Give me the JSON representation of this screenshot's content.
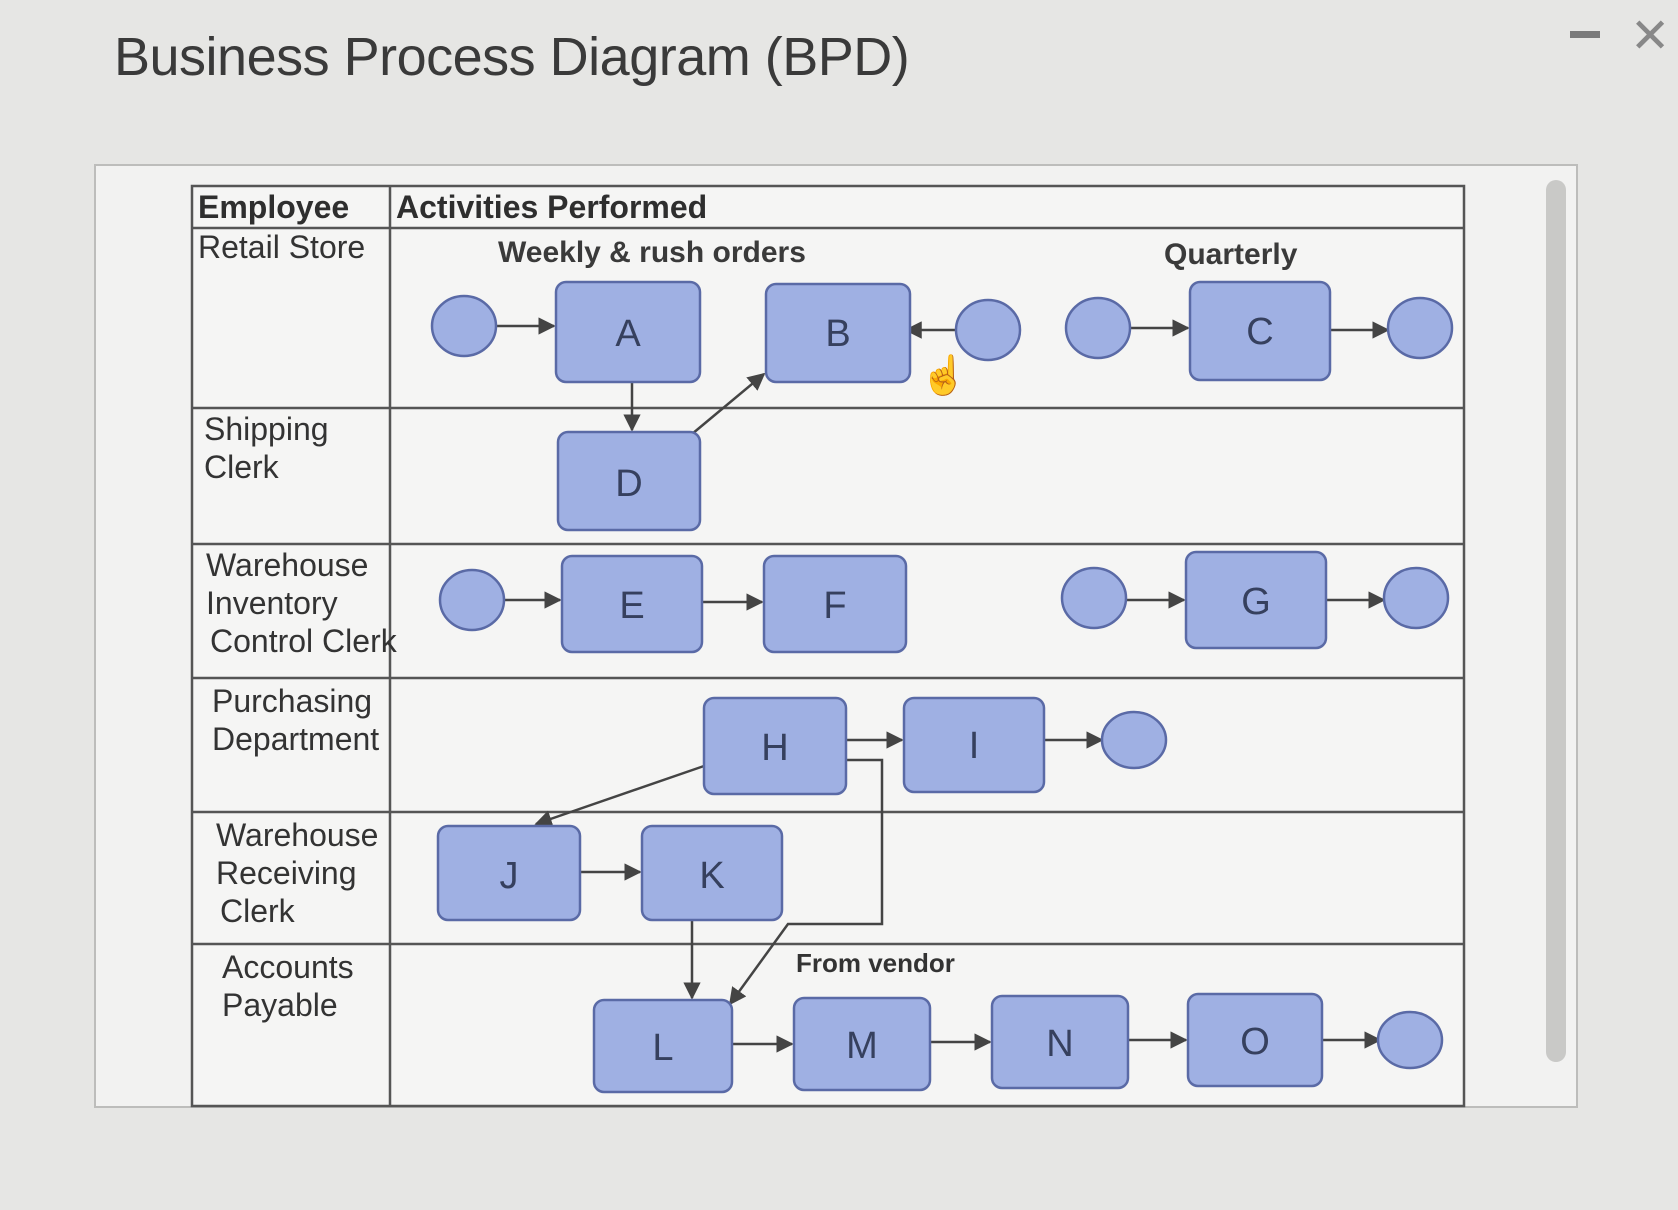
{
  "window": {
    "title": "Business Process Diagram (BPD)",
    "minimize_icon": "minimize-icon",
    "close_icon": "close-icon",
    "close_glyph": "✕"
  },
  "table": {
    "col_employee": "Employee",
    "col_activities": "Activities Performed",
    "section_weekly": "Weekly & rush orders",
    "section_quarterly": "Quarterly",
    "note_from_vendor": "From vendor"
  },
  "lanes": [
    {
      "label_lines": [
        "Retail Store"
      ]
    },
    {
      "label_lines": [
        "Shipping",
        "Clerk"
      ]
    },
    {
      "label_lines": [
        "Warehouse",
        "Inventory",
        "Control Clerk"
      ]
    },
    {
      "label_lines": [
        "Purchasing",
        "Department"
      ]
    },
    {
      "label_lines": [
        "Warehouse",
        "Receiving",
        "Clerk"
      ]
    },
    {
      "label_lines": [
        "Accounts",
        "Payable"
      ]
    }
  ],
  "tasks": {
    "A": "A",
    "B": "B",
    "C": "C",
    "D": "D",
    "E": "E",
    "F": "F",
    "G": "G",
    "H": "H",
    "I": "I",
    "J": "J",
    "K": "K",
    "L": "L",
    "M": "M",
    "N": "N",
    "O": "O"
  },
  "colors": {
    "task_fill": "#9fb0e3",
    "task_stroke": "#5a6aa6",
    "event_fill": "#9fb0e3",
    "line": "#555555"
  }
}
